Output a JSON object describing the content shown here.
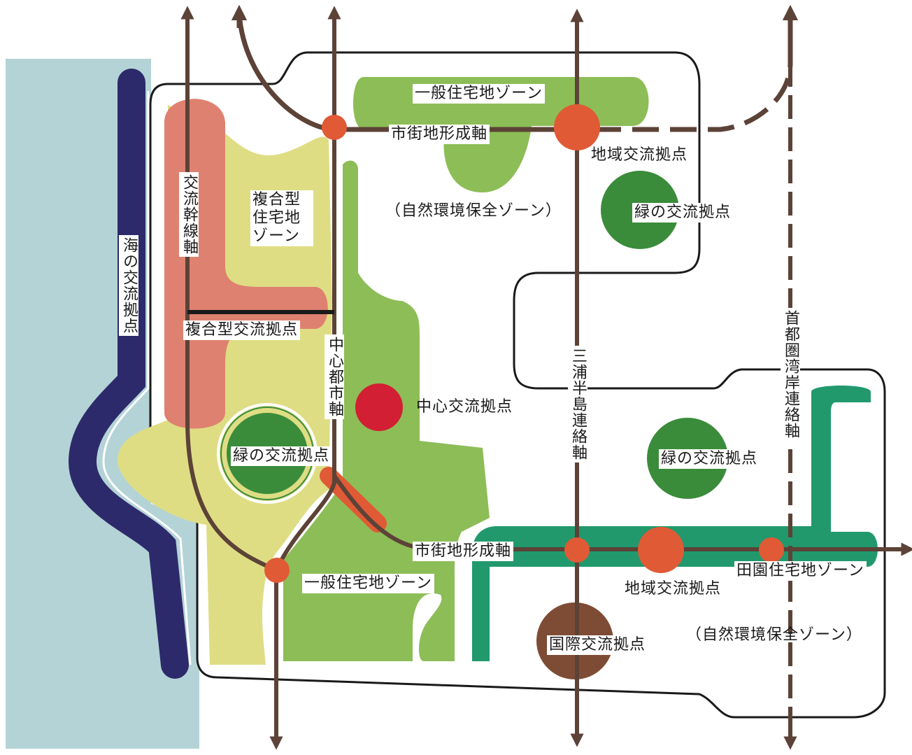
{
  "colors": {
    "sea": "#b4d3d6",
    "coast": "#2d2a6b",
    "salmon": "#de8170",
    "yellow": "#dedd84",
    "light_green": "#8dbd57",
    "dark_green": "#3a8c3a",
    "teal_green": "#21996c",
    "node_orange": "#e05a35",
    "node_red": "#d21f33",
    "node_brown": "#7e4c34",
    "axis": "#5c4237",
    "outline": "#1a1a1a"
  },
  "labels": {
    "sea_node": "海の交流拠点",
    "trunk_axis": "交流幹線軸",
    "mixed_zone": "複合型住宅地ゾーン",
    "mixed_node": "複合型交流拠点",
    "central_axis": "中心都市軸",
    "central_node": "中心交流拠点",
    "green_node_west": "緑の交流拠点",
    "general_zone_north": "一般住宅地ゾーン",
    "urban_axis_north": "市街地形成軸",
    "regional_node_north": "地域交流拠点",
    "nature_zone_north": "（自然環境保全ゾーン）",
    "green_node_north": "緑の交流拠点",
    "miura_axis": "三浦半島連絡軸",
    "bay_axis": "首都圏湾岸連絡軸",
    "green_node_east": "緑の交流拠点",
    "urban_axis_south": "市街地形成軸",
    "regional_node_south": "地域交流拠点",
    "rural_zone": "田園住宅地ゾーン",
    "general_zone_south": "一般住宅地ゾーン",
    "international_node": "国際交流拠点",
    "nature_zone_south": "（自然環境保全ゾーン）"
  }
}
